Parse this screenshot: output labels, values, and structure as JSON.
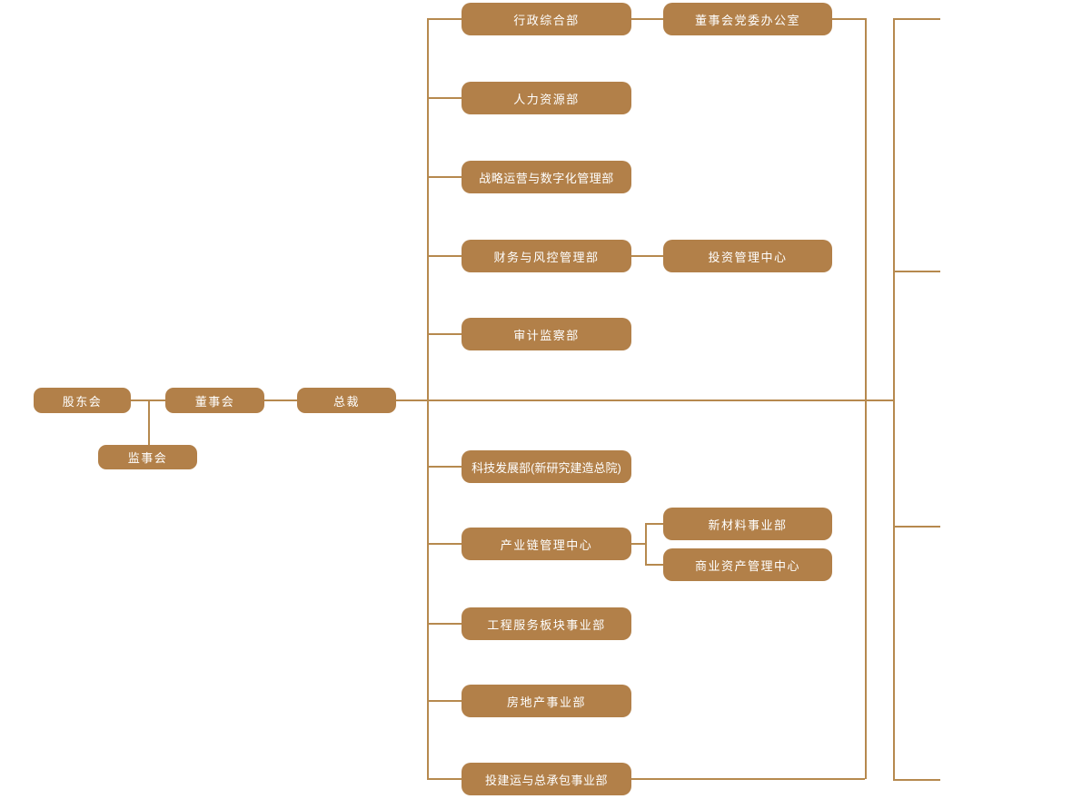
{
  "diagram": {
    "type": "org-chart",
    "colors": {
      "node_fill": "#b28049",
      "node_text": "#ffffff",
      "connector": "#b6894e",
      "background": "#ffffff"
    },
    "nodes": [
      {
        "id": "shareholders-meeting",
        "label": "股东会",
        "parent": null
      },
      {
        "id": "supervisory-board",
        "label": "监事会",
        "parent": "股东会"
      },
      {
        "id": "board-of-directors",
        "label": "董事会",
        "parent": "股东会"
      },
      {
        "id": "president",
        "label": "总裁",
        "parent": "董事会"
      },
      {
        "id": "admin-general-dept",
        "label": "行政综合部",
        "parent": "总裁"
      },
      {
        "id": "board-party-office",
        "label": "董事会党委办公室",
        "parent": "行政综合部"
      },
      {
        "id": "hr-dept",
        "label": "人力资源部",
        "parent": "总裁"
      },
      {
        "id": "strategy-ops-digital-dept",
        "label": "战略运营与数字化管理部",
        "parent": "总裁"
      },
      {
        "id": "finance-risk-dept",
        "label": "财务与风控管理部",
        "parent": "总裁"
      },
      {
        "id": "investment-mgmt-center",
        "label": "投资管理中心",
        "parent": "财务与风控管理部"
      },
      {
        "id": "audit-supervision-dept",
        "label": "审计监察部",
        "parent": "总裁"
      },
      {
        "id": "tech-development-dept",
        "label": "科技发展部(新研究建造总院)",
        "parent": "总裁"
      },
      {
        "id": "industry-chain-center",
        "label": "产业链管理中心",
        "parent": "总裁"
      },
      {
        "id": "new-materials-div",
        "label": "新材料事业部",
        "parent": "产业链管理中心"
      },
      {
        "id": "commercial-assets-center",
        "label": "商业资产管理中心",
        "parent": "产业链管理中心"
      },
      {
        "id": "engineering-services-div",
        "label": "工程服务板块事业部",
        "parent": "总裁"
      },
      {
        "id": "real-estate-div",
        "label": "房地产事业部",
        "parent": "总裁"
      },
      {
        "id": "invest-build-epc-div",
        "label": "投建运与总承包事业部",
        "parent": "总裁"
      }
    ]
  }
}
